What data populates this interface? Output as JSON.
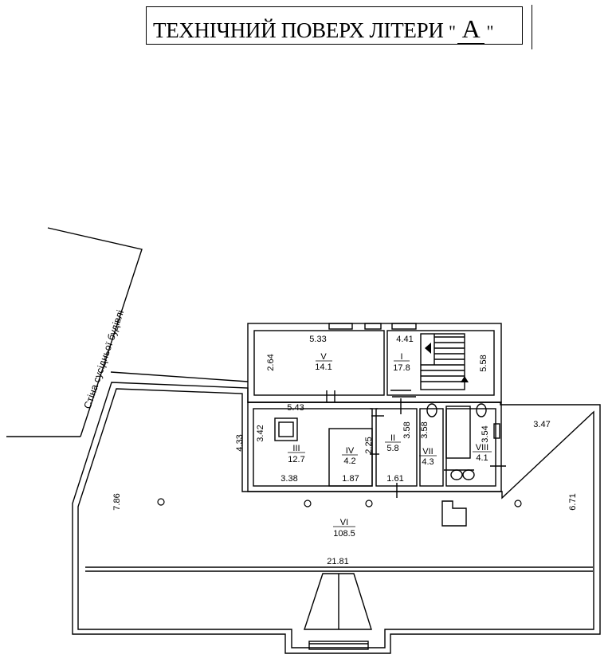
{
  "title": {
    "text": "ТЕХНІЧНИЙ ПОВЕРХ ЛІТЕРИ",
    "quote_open": "\"",
    "letter": "А",
    "quote_close": "\""
  },
  "neighbor_wall_label": "Стіна сусідньої будівлі",
  "rooms": {
    "I": {
      "numeral": "I",
      "area": "17.8"
    },
    "II": {
      "numeral": "II",
      "area": "5.8"
    },
    "III": {
      "numeral": "III",
      "area": "12.7"
    },
    "IV": {
      "numeral": "IV",
      "area": "4.2"
    },
    "V": {
      "numeral": "V",
      "area": "14.1"
    },
    "VI": {
      "numeral": "VI",
      "area": "108.5"
    },
    "VII": {
      "numeral": "VII",
      "area": "4.3"
    },
    "VIII": {
      "numeral": "VIII",
      "area": "4.1"
    }
  },
  "dimensions": {
    "v_width": "5.33",
    "v_height": "2.64",
    "i_width": "4.41",
    "i_height": "5.58",
    "iii_width": "5.43",
    "iii_height": "3.42",
    "block_height": "4.33",
    "ii_height": "3.58",
    "iv_height": "2.25",
    "vii_height": "3.58",
    "viii_height": "3.54",
    "right_width": "3.47",
    "right_height": "6.71",
    "left_height": "7.86",
    "bottom_1": "3.38",
    "bottom_2": "1.87",
    "bottom_3": "1.61",
    "total_width": "21.81"
  }
}
